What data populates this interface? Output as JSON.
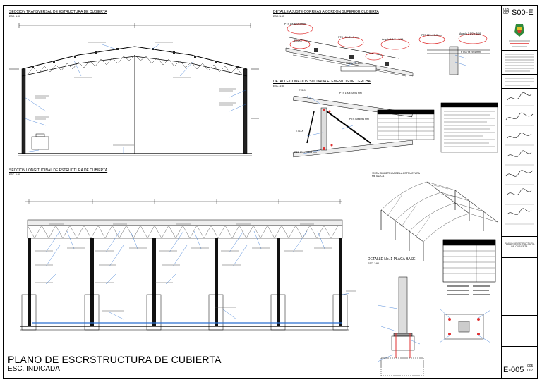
{
  "sections": {
    "transversal": {
      "title": "SECCION TRANSVERSAL DE ESTRUCTURA DE CUBIERTA",
      "scale": "ESC. 1:90"
    },
    "longitudinal": {
      "title": "SECCION LONGITUDINAL DE ESTRUCTURA DE CUBIERTA",
      "scale": "ESC. 1:90"
    },
    "detalle_ajuste": {
      "title": "DETALLE AJUSTE CORREAS A CORDON SUPERIOR CUBIERTA",
      "scale": "ESC. 1:55"
    },
    "detalle_union": {
      "title": "DETALLE CONEXION SOLDADA ELEMENTOS DE CERCHA",
      "scale": "ESC. 1:50"
    },
    "isometrica": {
      "title": "VISTA ISOMETRICA DE LA ESTRUCTURA METALICA"
    },
    "placa_base": {
      "title": "DETALLE No. 1 PLACA BASE",
      "scale": "ESC. 1:90"
    }
  },
  "labels": {
    "pts_a": "PTS 100x80x3 mm",
    "pts_b": "PTS 100x80x3 mm",
    "pts_c": "PTS 120x60x3 mm",
    "pts_d": "PTS 79x79x4 mm",
    "pts_e": "PTS 75x75x4 mm",
    "pts_f": "PTS 100x100x4 mm",
    "pts_g": "PTS 40x40x4 mm",
    "pts_h": "PTS 100x100x4 mm",
    "angulo_a": "Angulo 1 1/2 x 3/16",
    "angulo_b": "Angulo 1 1/2 x 3/16",
    "e70xx_a": "E70XX",
    "e70xx_b": "E70XX",
    "e70xx_c": "E70XX"
  },
  "main_title": "PLANO DE ESCRSTRUCTURA DE CUBIERTA",
  "main_scale": "ESC. INDICADA",
  "title_block": {
    "sheet_code_top": "S00-E",
    "sheet_code_bottom": "E-005",
    "sheet_index": "005",
    "sheet_total": "007",
    "drawing_name": "PLANO DE ESTRUCTURA DE CUBIERTA"
  },
  "colors": {
    "line": "#000000",
    "blue": "#2a6fd1",
    "red": "#e03030",
    "gray": "#9a9a9a"
  }
}
